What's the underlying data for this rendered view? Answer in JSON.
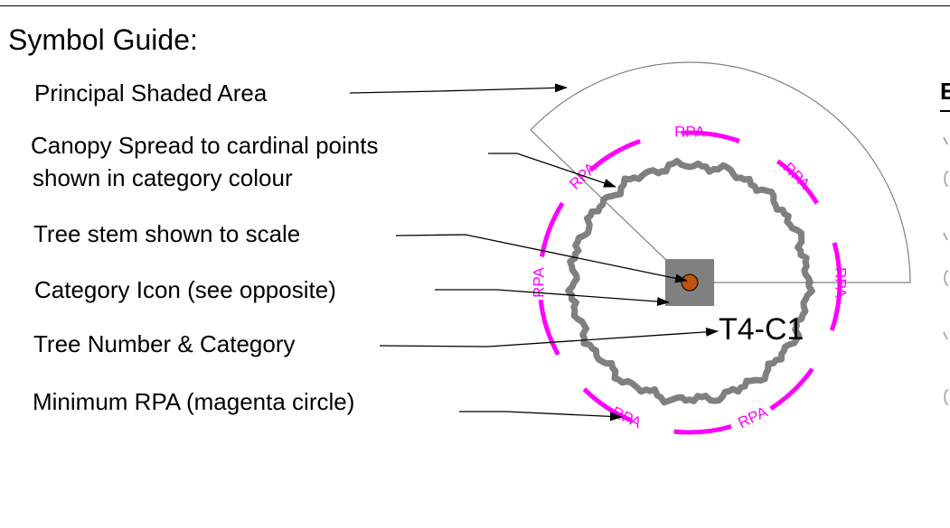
{
  "title": "Symbol Guide:",
  "labels": {
    "principal_shaded_area": "Principal Shaded Area",
    "canopy_line1": "Canopy Spread to cardinal points",
    "canopy_line2": "shown in category colour",
    "tree_stem": "Tree stem shown to scale",
    "category_icon": "Category Icon (see opposite)",
    "tree_number": "Tree Number & Category",
    "minimum_rpa": "Minimum RPA (magenta circle)"
  },
  "tree_id": "T4-C1",
  "rpa_text": "RPA",
  "colors": {
    "rpa": "#ff00ff",
    "canopy": "#808080",
    "category_icon": "#808080",
    "stem": "#c0510f",
    "lines": "#000000"
  }
}
